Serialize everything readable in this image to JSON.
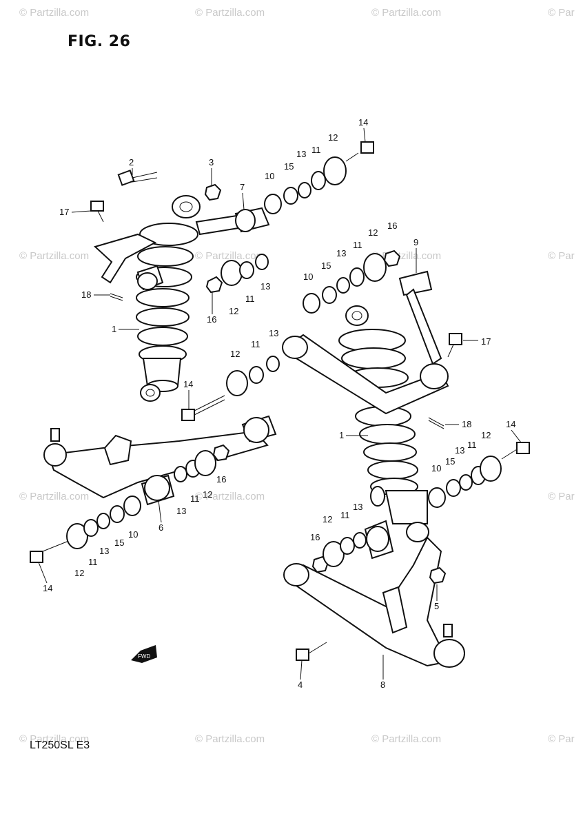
{
  "figure": {
    "title": "FIG. 26",
    "model": "LT250SL  E3"
  },
  "watermark": {
    "text": "© Partzilla.com",
    "clipped_text": "© Par"
  },
  "callouts": {
    "c1a": "1",
    "c1b": "1",
    "c2": "2",
    "c3": "3",
    "c4": "4",
    "c5": "5",
    "c6": "6",
    "c7": "7",
    "c8": "8",
    "c9": "9",
    "c10a": "10",
    "c10b": "10",
    "c10c": "10",
    "c10d": "10",
    "c11a": "11",
    "c11b": "11",
    "c11c": "11",
    "c11d": "11",
    "c11e": "11",
    "c11f": "11",
    "c11g": "11",
    "c11h": "11",
    "c12a": "12",
    "c12b": "12",
    "c12c": "12",
    "c12d": "12",
    "c12e": "12",
    "c12f": "12",
    "c12g": "12",
    "c12h": "12",
    "c13a": "13",
    "c13b": "13",
    "c13c": "13",
    "c13d": "13",
    "c13e": "13",
    "c13f": "13",
    "c13g": "13",
    "c13h": "13",
    "c14a": "14",
    "c14b": "14",
    "c14c": "14",
    "c14d": "14",
    "c15a": "15",
    "c15b": "15",
    "c15c": "15",
    "c15d": "15",
    "c16a": "16",
    "c16b": "16",
    "c16c": "16",
    "c16d": "16",
    "c17a": "17",
    "c17b": "17",
    "c18a": "18",
    "c18b": "18"
  },
  "fwd_arrow_label": "FWD"
}
